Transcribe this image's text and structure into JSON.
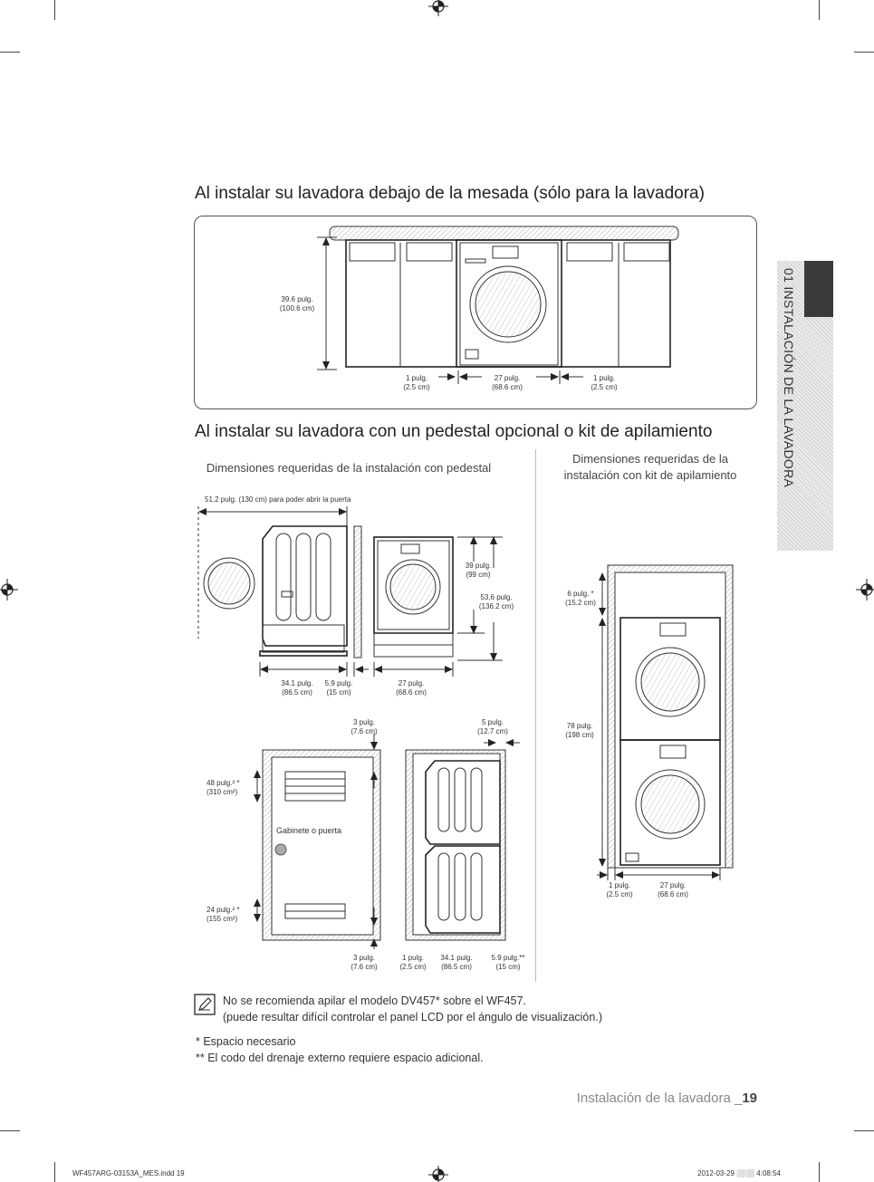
{
  "section1": {
    "title": "Al instalar su lavadora debajo de la mesada (sólo para la lavadora)",
    "height_label": [
      "39.6 pulg.",
      "(100.6 cm)"
    ],
    "gap_left": [
      "1 pulg.",
      "(2.5 cm)"
    ],
    "width": [
      "27 pulg.",
      "(68.6 cm)"
    ],
    "gap_right": [
      "1 pulg.",
      "(2.5 cm)"
    ]
  },
  "section2": {
    "title": "Al instalar su lavadora con un pedestal opcional o kit de apilamiento",
    "pedestal_subtitle": "Dimensiones requeridas de la instalación con pedestal",
    "stack_subtitle": [
      "Dimensiones requeridas de la",
      "instalación con kit de apilamiento"
    ],
    "door_clearance": "51.2 pulg. (130 cm) para poder abrir la puerta",
    "ped_h1": [
      "39 pulg.",
      "(99 cm)"
    ],
    "ped_h2": [
      "53,6 pulg.",
      "(136.2 cm)"
    ],
    "ped_depth": [
      "34.1 pulg.",
      "(86.5 cm)"
    ],
    "ped_rear": [
      "5.9 pulg.",
      "(15 cm)"
    ],
    "ped_width": [
      "27 pulg.",
      "(68.6 cm)"
    ],
    "cab_top_gap": [
      "3 pulg.",
      "(7.6 cm)"
    ],
    "cab_rear_gap": [
      "5 pulg.",
      "(12.7 cm)"
    ],
    "vent_top": [
      "48 pulg.² *",
      "(310 cm²)"
    ],
    "vent_bottom": [
      "24 pulg.² *",
      "(155 cm²)"
    ],
    "cabinet_label": "Gabinete o puerta",
    "cab_bot_gap": [
      "3 pulg.",
      "(7.6 cm)"
    ],
    "cab_side_gap": [
      "1 pulg.",
      "(2.5 cm)"
    ],
    "cab_depth": [
      "34.1 pulg.",
      "(86.5 cm)"
    ],
    "cab_rear2": [
      "5.9 pulg.**",
      "(15 cm)"
    ],
    "stack_top": [
      "6 pulg. *",
      "(15.2 cm)"
    ],
    "stack_height": [
      "78 pulg.",
      "(198 cm)"
    ],
    "stack_gap": [
      "1 pulg.",
      "(2.5 cm)"
    ],
    "stack_width": [
      "27 pulg.",
      "(68.6 cm)"
    ]
  },
  "notes": {
    "line1": "No se recomienda apilar el modelo DV457* sobre el WF457.",
    "line2": "(puede resultar difícil controlar el panel LCD por el ángulo de visualización.)",
    "line3": "* Espacio necesario",
    "line4": "** El codo del drenaje externo requiere espacio adicional."
  },
  "side_tab": "01 INSTALACIÓN DE LA LAVADORA",
  "footer": {
    "section": "Instalación de la lavadora _",
    "page": "19",
    "file": "WF457ARG-03153A_MES.indd 19",
    "date": "2012-03-29 ⬜⬜ 4:08:54"
  }
}
